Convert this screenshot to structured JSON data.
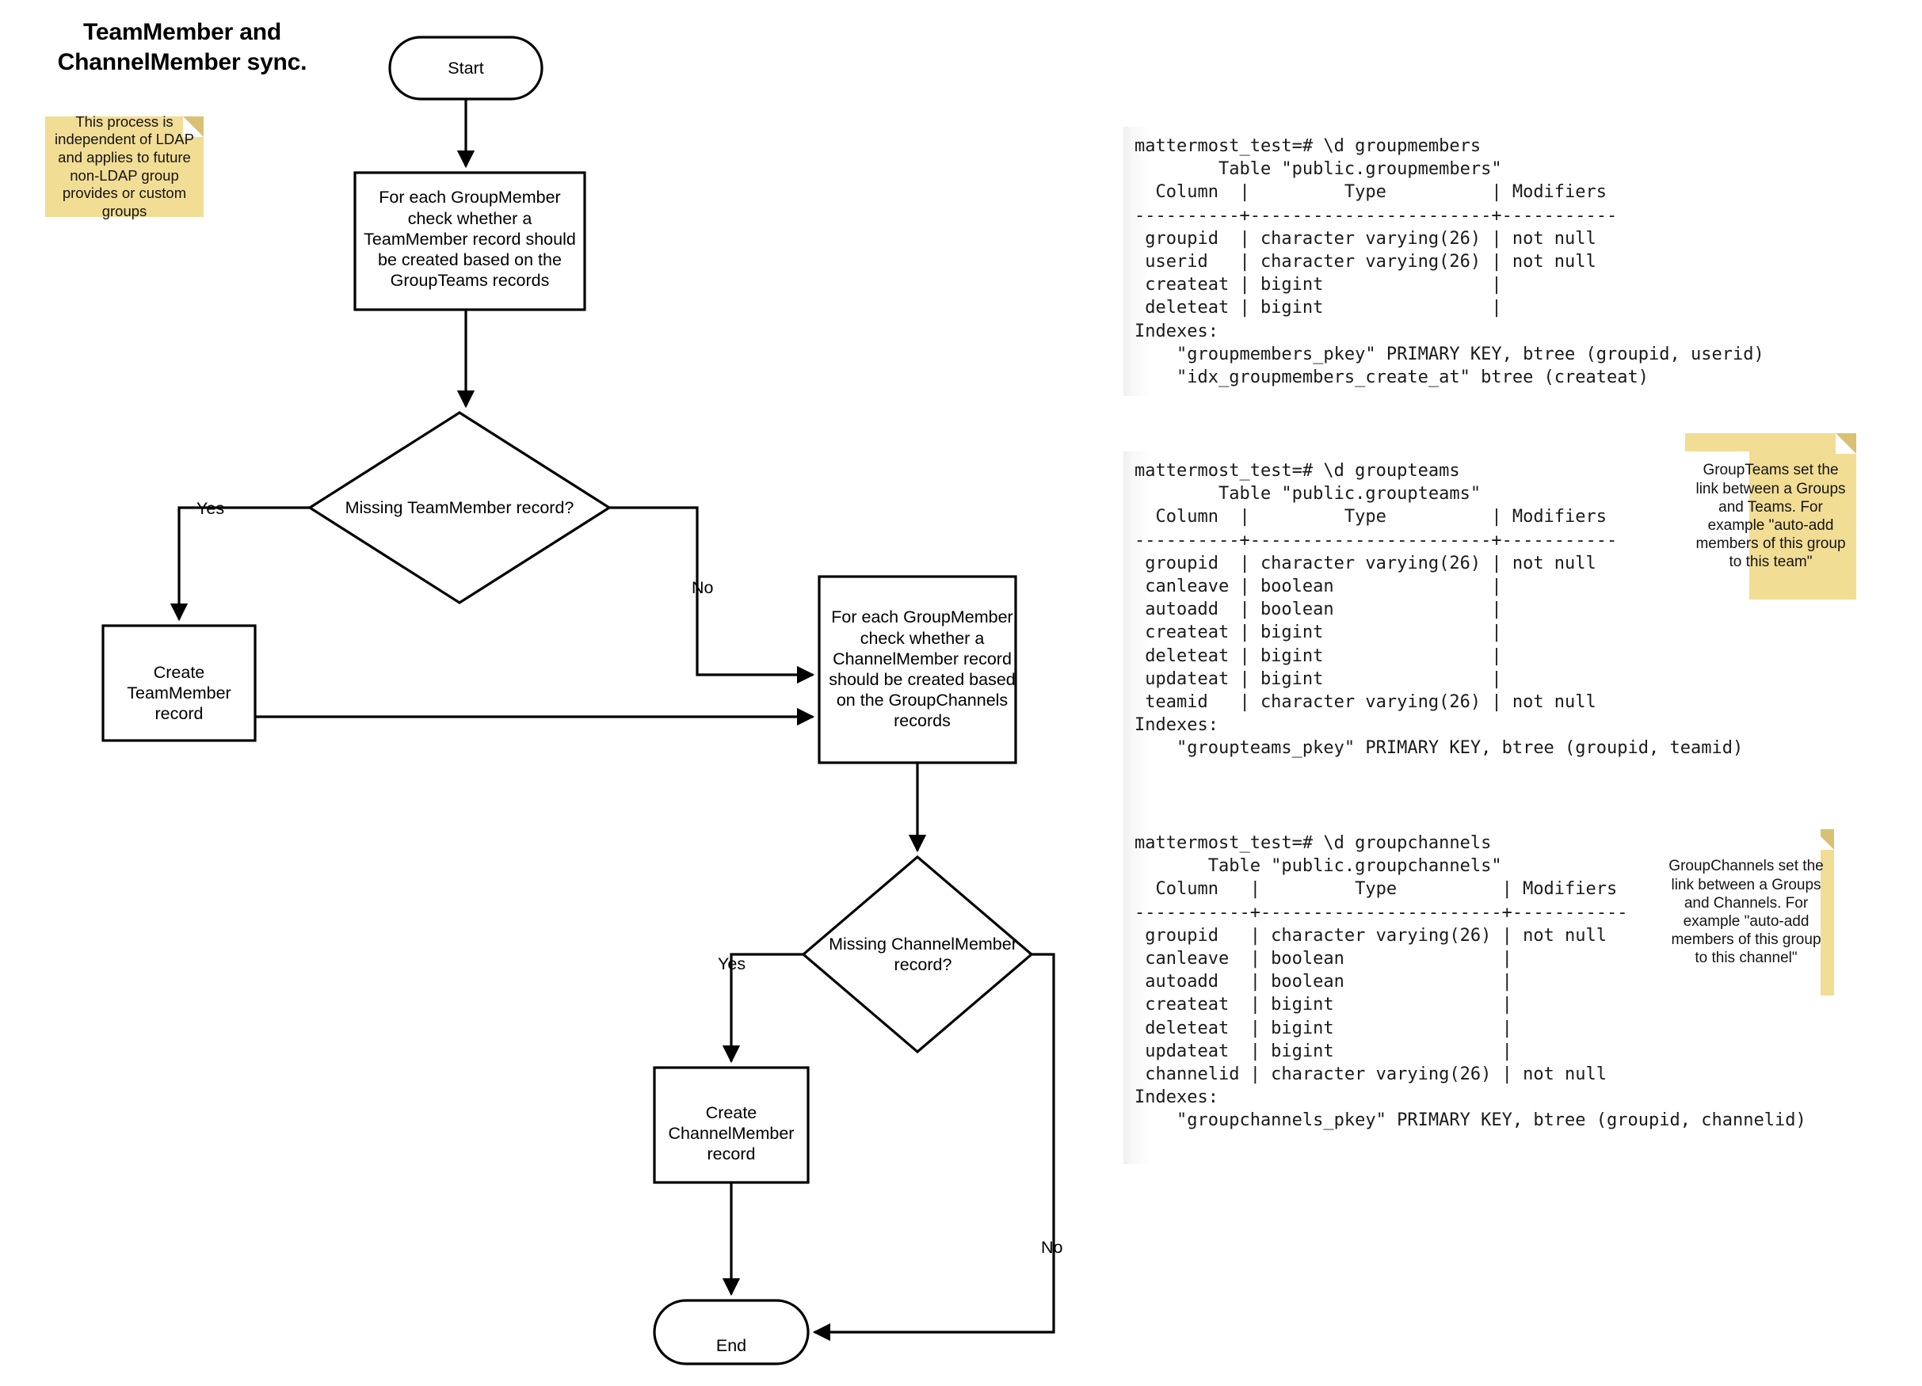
{
  "title": "TeamMember and\nChannelMember sync.",
  "notes": [
    {
      "id": "ldap-note",
      "text": "This process is independent of LDAP and applies to future non-LDAP group provides or custom groups"
    },
    {
      "id": "groupteams-note",
      "text": "GroupTeams set the link between a Groups and Teams. For example \"auto-add members of this group to this team\""
    },
    {
      "id": "groupchannels-note",
      "text": "GroupChannels set the link between a Groups and Channels. For example \"auto-add members of this group to this channel\""
    }
  ],
  "flowchart": {
    "nodes": {
      "start": "Start",
      "process_teammember_check": "For each GroupMember check whether a TeamMember record should be created based on the GroupTeams records",
      "decision_missing_teammember": "Missing TeamMember record?",
      "process_create_teammember": "Create TeamMember record",
      "process_channelmember_check": "For each GroupMember check whether a ChannelMember record should be created based on the GroupChannels records",
      "decision_missing_channelmember": "Missing ChannelMember record?",
      "process_create_channelmember": "Create ChannelMember record",
      "end": "End"
    },
    "edge_labels": {
      "dec1_yes": "Yes",
      "dec1_no": "No",
      "dec2_yes": "Yes",
      "dec2_no": "No"
    }
  },
  "terminals": [
    {
      "id": "groupmembers",
      "prompt": "mattermost_test=# \\d groupmembers",
      "text": "mattermost_test=# \\d groupmembers\n        Table \"public.groupmembers\"\n  Column  |         Type          | Modifiers\n----------+-----------------------+-----------\n groupid  | character varying(26) | not null\n userid   | character varying(26) | not null\n createat | bigint                |\n deleteat | bigint                |\nIndexes:\n    \"groupmembers_pkey\" PRIMARY KEY, btree (groupid, userid)\n    \"idx_groupmembers_create_at\" btree (createat)",
      "table_name": "public.groupmembers",
      "headers": [
        "Column",
        "Type",
        "Modifiers"
      ],
      "rows": [
        [
          "groupid",
          "character varying(26)",
          "not null"
        ],
        [
          "userid",
          "character varying(26)",
          "not null"
        ],
        [
          "createat",
          "bigint",
          ""
        ],
        [
          "deleteat",
          "bigint",
          ""
        ]
      ],
      "indexes": [
        "\"groupmembers_pkey\" PRIMARY KEY, btree (groupid, userid)",
        "\"idx_groupmembers_create_at\" btree (createat)"
      ]
    },
    {
      "id": "groupteams",
      "prompt": "mattermost_test=# \\d groupteams",
      "text": "mattermost_test=# \\d groupteams\n        Table \"public.groupteams\"\n  Column  |         Type          | Modifiers\n----------+-----------------------+-----------\n groupid  | character varying(26) | not null\n canleave | boolean               |\n autoadd  | boolean               |\n createat | bigint                |\n deleteat | bigint                |\n updateat | bigint                |\n teamid   | character varying(26) | not null\nIndexes:\n    \"groupteams_pkey\" PRIMARY KEY, btree (groupid, teamid)",
      "table_name": "public.groupteams",
      "headers": [
        "Column",
        "Type",
        "Modifiers"
      ],
      "rows": [
        [
          "groupid",
          "character varying(26)",
          "not null"
        ],
        [
          "canleave",
          "boolean",
          ""
        ],
        [
          "autoadd",
          "boolean",
          ""
        ],
        [
          "createat",
          "bigint",
          ""
        ],
        [
          "deleteat",
          "bigint",
          ""
        ],
        [
          "updateat",
          "bigint",
          ""
        ],
        [
          "teamid",
          "character varying(26)",
          "not null"
        ]
      ],
      "indexes": [
        "\"groupteams_pkey\" PRIMARY KEY, btree (groupid, teamid)"
      ]
    },
    {
      "id": "groupchannels",
      "prompt": "mattermost_test=# \\d groupchannels",
      "text": "mattermost_test=# \\d groupchannels\n       Table \"public.groupchannels\"\n  Column   |         Type          | Modifiers\n-----------+-----------------------+-----------\n groupid   | character varying(26) | not null\n canleave  | boolean               |\n autoadd   | boolean               |\n createat  | bigint                |\n deleteat  | bigint                |\n updateat  | bigint                |\n channelid | character varying(26) | not null\nIndexes:\n    \"groupchannels_pkey\" PRIMARY KEY, btree (groupid, channelid)",
      "table_name": "public.groupchannels",
      "headers": [
        "Column",
        "Type",
        "Modifiers"
      ],
      "rows": [
        [
          "groupid",
          "character varying(26)",
          "not null"
        ],
        [
          "canleave",
          "boolean",
          ""
        ],
        [
          "autoadd",
          "boolean",
          ""
        ],
        [
          "createat",
          "bigint",
          ""
        ],
        [
          "deleteat",
          "bigint",
          ""
        ],
        [
          "updateat",
          "bigint",
          ""
        ],
        [
          "channelid",
          "character varying(26)",
          "not null"
        ]
      ],
      "indexes": [
        "\"groupchannels_pkey\" PRIMARY KEY, btree (groupid, channelid)"
      ]
    }
  ],
  "colors": {
    "sticky_fill": "#f2dd95",
    "sticky_fold": "#d9c174",
    "stroke": "#000000",
    "background": "#ffffff"
  }
}
